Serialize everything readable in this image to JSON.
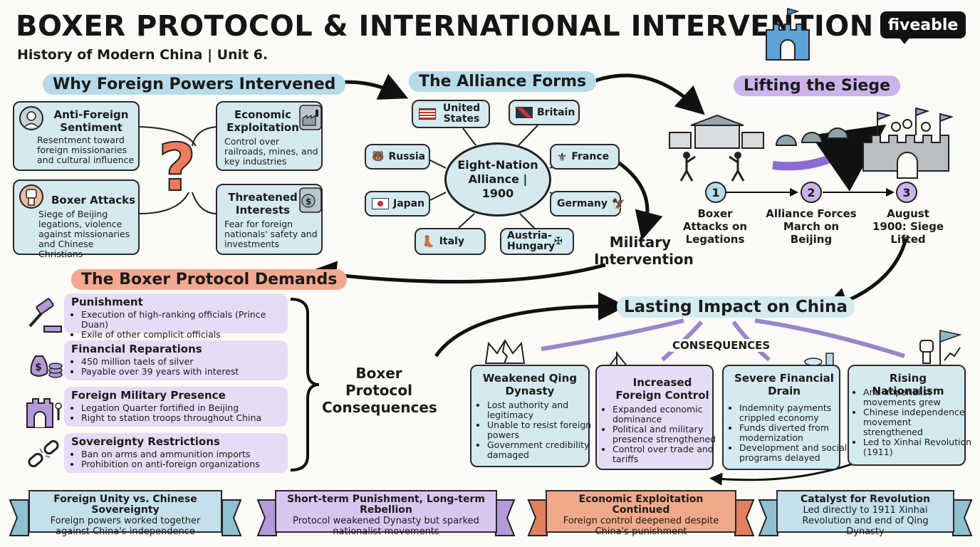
{
  "header": {
    "title": "BOXER PROTOCOL & INTERNATIONAL INTERVENTION",
    "subtitle": "History of Modern China | Unit 6.",
    "logo": "fiveable"
  },
  "why": {
    "heading": "Why Foreign Powers Intervened",
    "cards": [
      {
        "title": "Anti-Foreign Sentiment",
        "text": "Resentment toward foreign missionaries and cultural influence"
      },
      {
        "title": "Economic Exploitation",
        "text": "Control over railroads, mines, and key industries"
      },
      {
        "title": "Boxer Attacks",
        "text": "Siege of Beijing legations, violence against missionaries and Chinese Christians"
      },
      {
        "title": "Threatened Interests",
        "text": "Fear for foreign nationals' safety and investments"
      }
    ],
    "center_glyph": "?"
  },
  "alliance": {
    "heading": "The Alliance Forms",
    "center": "Eight-Nation Alliance | 1900",
    "nations": [
      "United States",
      "Britain",
      "Russia",
      "France",
      "Japan",
      "Germany",
      "Italy",
      "Austria-Hungary"
    ],
    "arrow_label": "Military Intervention"
  },
  "siege": {
    "heading": "Lifting the Siege",
    "steps": [
      {
        "num": "1",
        "text": "Boxer Attacks on Legations"
      },
      {
        "num": "2",
        "text": "Alliance Forces March on Beijing"
      },
      {
        "num": "3",
        "text": "August 1900: Siege Lifted"
      }
    ]
  },
  "demands": {
    "heading": "The Boxer Protocol Demands",
    "items": [
      {
        "title": "Punishment",
        "bullets": [
          "Execution of high-ranking officials (Prince Duan)",
          "Exile of other complicit officials"
        ]
      },
      {
        "title": "Financial Reparations",
        "bullets": [
          "450 million taels of silver",
          "Payable over 39 years with interest"
        ]
      },
      {
        "title": "Foreign Military Presence",
        "bullets": [
          "Legation Quarter fortified in Beijing",
          "Right to station troops throughout China"
        ]
      },
      {
        "title": "Sovereignty Restrictions",
        "bullets": [
          "Ban on arms and ammunition imports",
          "Prohibition on anti-foreign organizations"
        ]
      }
    ],
    "brace_label": "Boxer Protocol Consequences"
  },
  "impact": {
    "heading": "Lasting Impact on China",
    "sublabel": "CONSEQUENCES",
    "cards": [
      {
        "title": "Weakened Qing Dynasty",
        "bullets": [
          "Lost authority and legitimacy",
          "Unable to resist foreign powers",
          "Government credibility damaged"
        ]
      },
      {
        "title": "Increased Foreign Control",
        "bullets": [
          "Expanded economic dominance",
          "Political and military presence strengthened",
          "Control over trade and tariffs"
        ]
      },
      {
        "title": "Severe Financial Drain",
        "bullets": [
          "Indemnity payments crippled economy",
          "Funds diverted from modernization",
          "Development and social programs delayed"
        ]
      },
      {
        "title": "Rising Nationalism",
        "bullets": [
          "Anti-imperialist movements grew",
          "Chinese independence movement strengthened",
          "Led to Xinhai Revolution (1911)"
        ]
      }
    ]
  },
  "banners": [
    {
      "title": "Foreign Unity vs. Chinese Sovereignty",
      "text": "Foreign powers worked together against China's independence",
      "color": "#c4e0ea"
    },
    {
      "title": "Short-term Punishment, Long-term Rebellion",
      "text": "Protocol weakened Dynasty but sparked nationalist movements",
      "color": "#d9c6f0"
    },
    {
      "title": "Economic Exploitation Continued",
      "text": "Foreign control deepened despite China's punishment",
      "color": "#f0a98a"
    },
    {
      "title": "Catalyst for Revolution",
      "text": "Led directly to 1911 Xinhai Revolution and end of Qing Dynasty",
      "color": "#c4e0ea"
    }
  ],
  "colors": {
    "blue": "#b7dbe8",
    "purple": "#cdb3ec",
    "red": "#f2a98e",
    "ink": "#1b1b1b"
  }
}
